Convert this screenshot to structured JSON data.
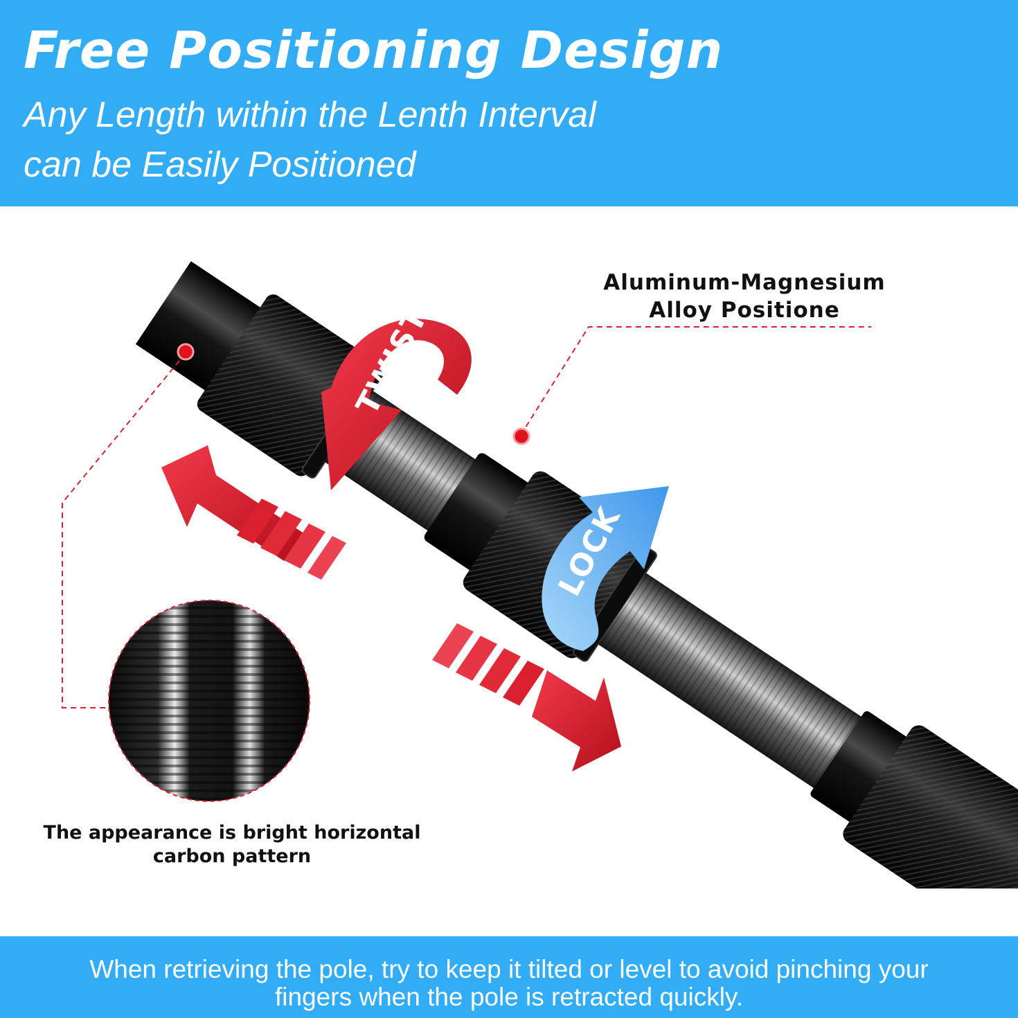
{
  "header": {
    "title": "Free Positioning Design",
    "subtitle_line1": "Any Length within the Lenth Interval",
    "subtitle_line2": "can be Easily Positioned"
  },
  "arrows": {
    "twist_label": "TWIST",
    "lock_label": "LOCK"
  },
  "callouts": {
    "positioner_line1": "Aluminum-Magnesium",
    "positioner_line2": "Alloy Positione",
    "pattern_line1": "The appearance is bright horizontal",
    "pattern_line2": "carbon pattern"
  },
  "footer": {
    "note_line1": "When retrieving the pole, try to keep it tilted or level to avoid pinching your",
    "note_line2": "fingers when the pole is retracted quickly."
  },
  "colors": {
    "header_blue": "#32acf5",
    "accent_red": "#d8202e",
    "lock_blue": "#4aa6f2",
    "pole_black": "#141414"
  }
}
